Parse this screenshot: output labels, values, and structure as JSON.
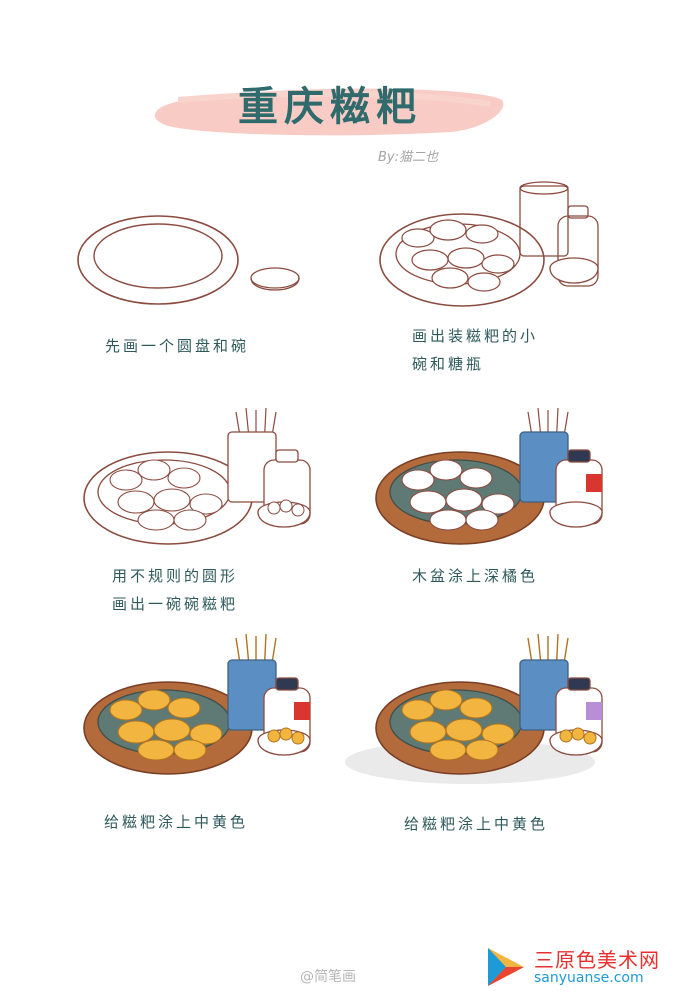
{
  "title": "重庆糍粑",
  "author": "By:猫二也",
  "steps": [
    {
      "caption_line1": "先画一个圆盘和碗",
      "caption_line2": ""
    },
    {
      "caption_line1": "画出装糍粑的小",
      "caption_line2": "碗和糖瓶"
    },
    {
      "caption_line1": "用不规则的圆形",
      "caption_line2": "画出一碗碗糍粑"
    },
    {
      "caption_line1": "木盆涂上深橘色",
      "caption_line2": ""
    },
    {
      "caption_line1": "给糍粑涂上中黄色",
      "caption_line2": ""
    },
    {
      "caption_line1": "给糍粑涂上中黄色",
      "caption_line2": ""
    }
  ],
  "footer": {
    "weibo": "@简笔画"
  },
  "watermark": {
    "line1": "三原色美术网",
    "line2": "sanyuanse.com"
  }
}
